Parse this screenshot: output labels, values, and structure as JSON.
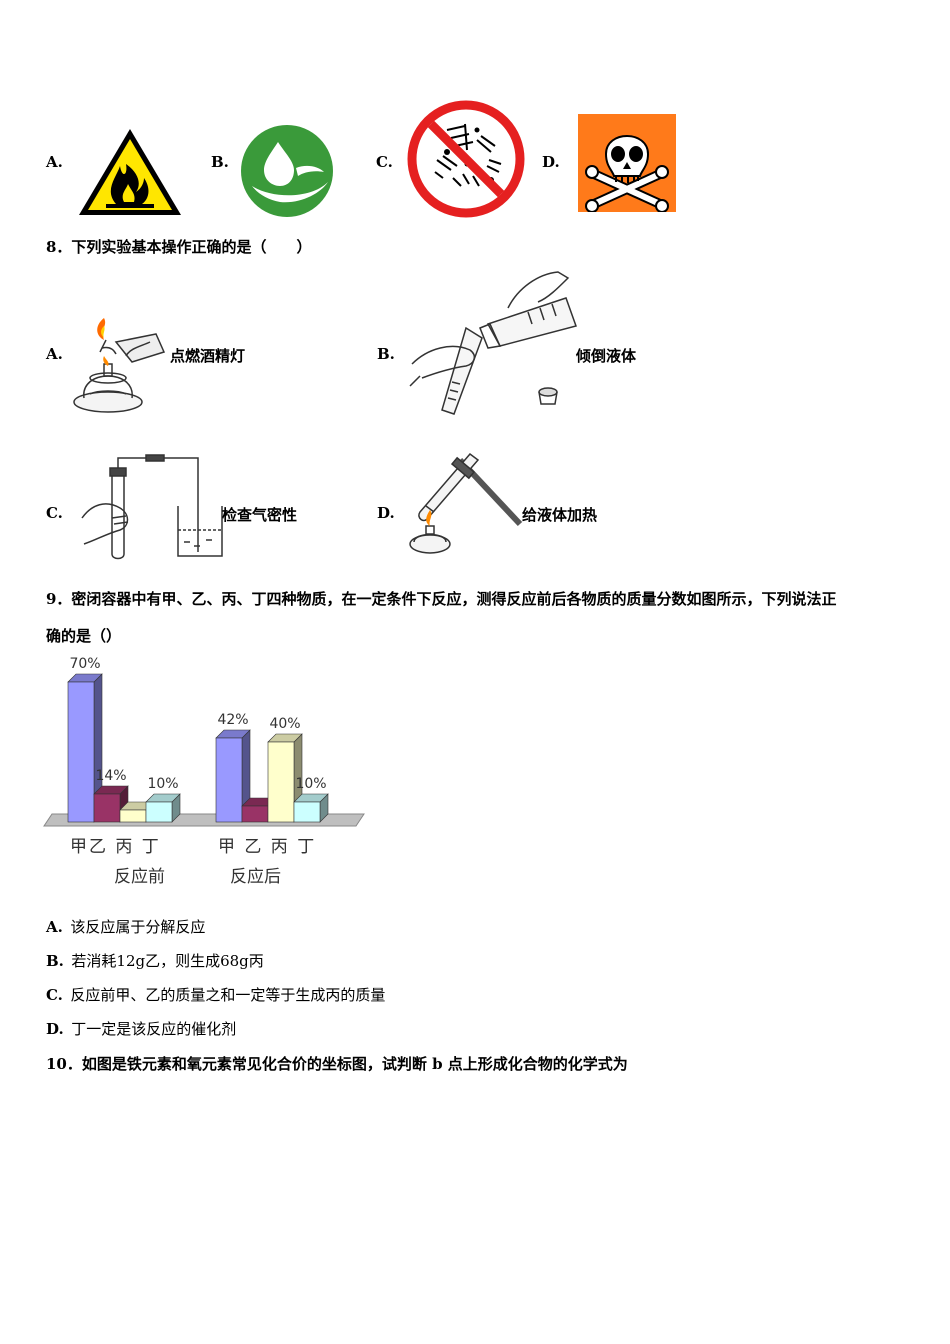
{
  "q7_options": [
    {
      "letter": "A.",
      "icon": "flammable-warning-icon"
    },
    {
      "letter": "B.",
      "icon": "water-saving-icon"
    },
    {
      "letter": "C.",
      "icon": "no-fireworks-icon"
    },
    {
      "letter": "D.",
      "icon": "toxic-skull-icon"
    }
  ],
  "q8": {
    "question": "8．下列实验基本操作正确的是（　　）",
    "options": [
      {
        "letter": "A.",
        "caption": "点燃酒精灯"
      },
      {
        "letter": "B.",
        "caption": "倾倒液体"
      },
      {
        "letter": "C.",
        "caption": "检查气密性"
      },
      {
        "letter": "D.",
        "caption": "给液体加热"
      }
    ]
  },
  "q9": {
    "question_line1": "9．密闭容器中有甲、乙、丙、丁四种物质，在一定条件下反应，测得反应前后各物质的质量分数如图所示，下列说法正",
    "question_line2": "确的是（）",
    "options": [
      {
        "letter": "A.",
        "text": "该反应属于分解反应"
      },
      {
        "letter": "B.",
        "text": "若消耗12g乙，则生成68g丙"
      },
      {
        "letter": "C.",
        "text": "反应前甲、乙的质量之和一定等于生成丙的质量"
      },
      {
        "letter": "D.",
        "text": "丁一定是该反应的催化剂"
      }
    ]
  },
  "q10": {
    "question": "10．如图是铁元素和氧元素常见化合价的坐标图，试判断 b 点上形成化合物的化学式为"
  },
  "chart_data": {
    "type": "bar",
    "groups": [
      {
        "name": "反应前",
        "categories": [
          "甲",
          "乙",
          "丙",
          "丁"
        ],
        "values": [
          70,
          14,
          6,
          10
        ],
        "labels": [
          "70%",
          "14%",
          "",
          "10%"
        ]
      },
      {
        "name": "反应后",
        "categories": [
          "甲",
          "乙",
          "丙",
          "丁"
        ],
        "values": [
          42,
          8,
          40,
          10
        ],
        "labels": [
          "42%",
          "",
          "40%",
          "10%"
        ]
      }
    ],
    "category_label_line": [
      "甲乙 丙 丁",
      "甲 乙 丙 丁"
    ],
    "colors": [
      "#9999ff",
      "#993366",
      "#ffffcc",
      "#ccffff"
    ],
    "ylim": [
      0,
      80
    ]
  }
}
